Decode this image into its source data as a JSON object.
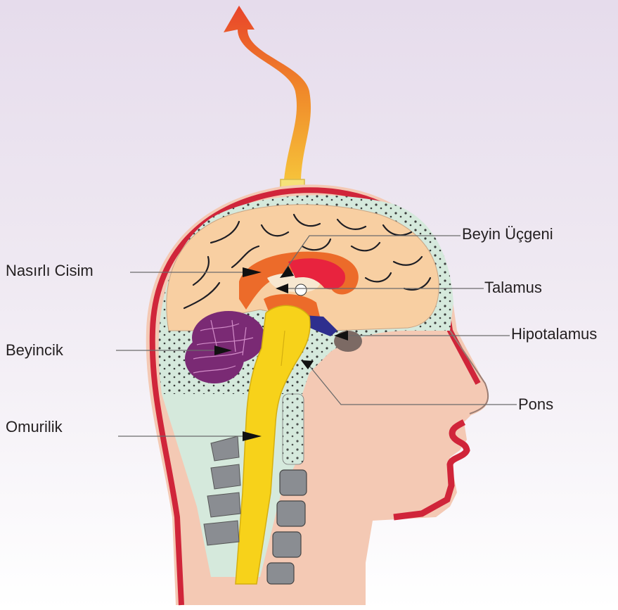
{
  "labels": {
    "nasirli_cisim": "Nasırlı Cisim",
    "beyincik": "Beyincik",
    "omurilik": "Omurilik",
    "beyin_ucgeni": "Beyin Üçgeni",
    "talamus": "Talamus",
    "hipotalamus": "Hipotalamus",
    "pons": "Pons"
  },
  "colors": {
    "skin": "#f4c9b4",
    "scalp_red": "#d0253a",
    "csf_green": "#d5e9dc",
    "cortex": "#f8cfa2",
    "sulci": "#1e1e24",
    "corpus_callosum": "#ec6b2a",
    "thalamus": "#e8233e",
    "hypothalamus": "#2e2f8e",
    "pituitary": "#7c6a64",
    "cerebellum": "#7a2a74",
    "spinal_cord": "#f7d21a",
    "vertebra": "#8a8d92",
    "arrow_gradient_top": "#e8432a",
    "arrow_gradient_bottom": "#f6c23a",
    "sensor": "#f6e27a"
  }
}
